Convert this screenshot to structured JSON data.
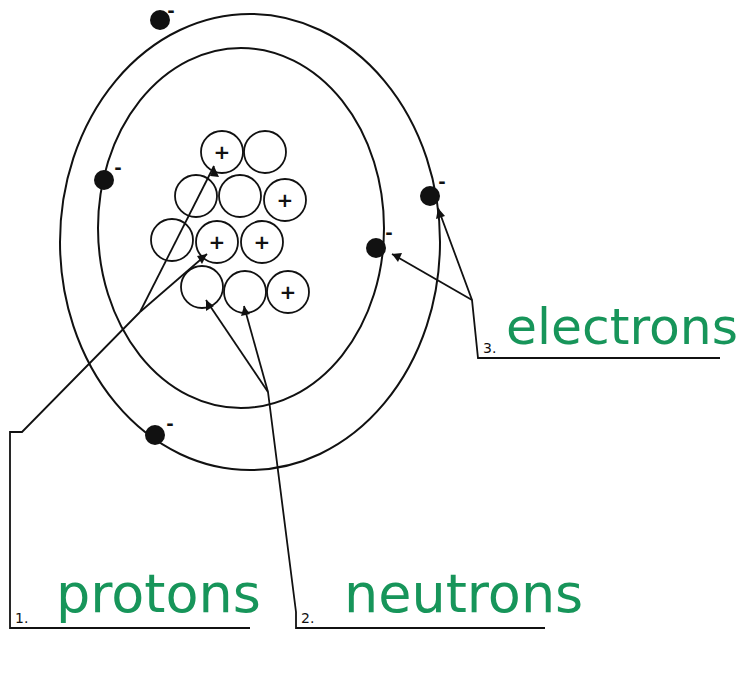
{
  "diagram": {
    "labels": [
      "1.",
      "protons",
      "2.",
      "neutrons",
      "3.",
      "electrons",
      "+",
      "+",
      "+",
      "+",
      "+",
      "-",
      "-",
      "-",
      "-",
      "-"
    ]
  }
}
